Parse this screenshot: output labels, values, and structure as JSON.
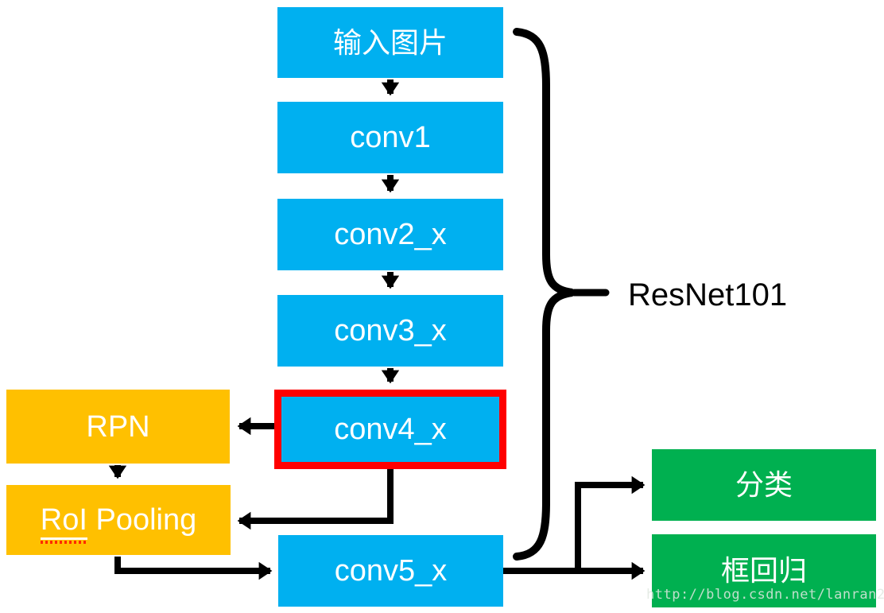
{
  "diagram": {
    "title_hint": "Faster R-CNN with ResNet101 backbone flowchart",
    "nodes": {
      "input": {
        "label": "输入图片",
        "color": "#00B0F0"
      },
      "conv1": {
        "label": "conv1",
        "color": "#00B0F0"
      },
      "conv2": {
        "label": "conv2_x",
        "color": "#00B0F0"
      },
      "conv3": {
        "label": "conv3_x",
        "color": "#00B0F0"
      },
      "conv4": {
        "label": "conv4_x",
        "color": "#00B0F0",
        "highlight_border": "#FF0000"
      },
      "conv5": {
        "label": "conv5_x",
        "color": "#00B0F0"
      },
      "rpn": {
        "label": "RPN",
        "color": "#FFC000"
      },
      "roi_pooling": {
        "label_underlined": "RoI",
        "label_rest": " Pooling",
        "color": "#FFC000"
      },
      "classification": {
        "label": "分类",
        "color": "#00B050"
      },
      "box_regression": {
        "label": "框回归",
        "color": "#00B050"
      }
    },
    "brace_label": "ResNet101",
    "watermark": "http://blog.csdn.net/lanran2",
    "colors": {
      "node_blue": "#00B0F0",
      "node_orange": "#FFC000",
      "node_green": "#00B050",
      "highlight_red": "#FF0000",
      "arrow_black": "#000000",
      "text_white": "#FFFFFF"
    }
  }
}
